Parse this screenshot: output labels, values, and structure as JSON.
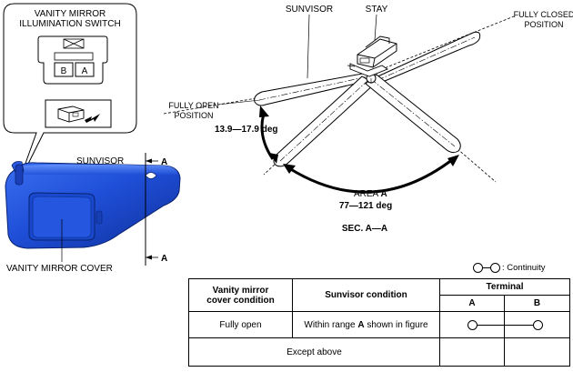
{
  "callout": {
    "title_line1": "VANITY MIRROR",
    "title_line2": "ILLUMINATION SWITCH",
    "terminal_b": "B",
    "terminal_a": "A"
  },
  "left_view": {
    "sunvisor_label": "SUNVISOR",
    "section_mark_top": "A",
    "section_mark_bottom": "A",
    "mirror_cover_label": "VANITY MIRROR COVER"
  },
  "section_view": {
    "sunvisor_label": "SUNVISOR",
    "stay_label": "STAY",
    "fully_closed_line1": "FULLY CLOSED",
    "fully_closed_line2": "POSITION",
    "fully_open_line1": "FULLY OPEN",
    "fully_open_line2": "POSITION",
    "open_angle": "13.9—17.9 deg",
    "area_label": "AREA",
    "area_letter": "A",
    "area_angle": "77—121 deg",
    "section_title": "SEC. A—A"
  },
  "legend": {
    "text": ": Continuity"
  },
  "table": {
    "col1_header_line1": "Vanity mirror",
    "col1_header_line2": "cover condition",
    "col2_header": "Sunvisor condition",
    "terminal_header": "Terminal",
    "terminal_a": "A",
    "terminal_b": "B",
    "row1_cover": "Fully open",
    "row1_condition_pre": "Within range ",
    "row1_condition_bold": "A",
    "row1_condition_post": " shown in figure",
    "row2_condition": "Except above"
  }
}
